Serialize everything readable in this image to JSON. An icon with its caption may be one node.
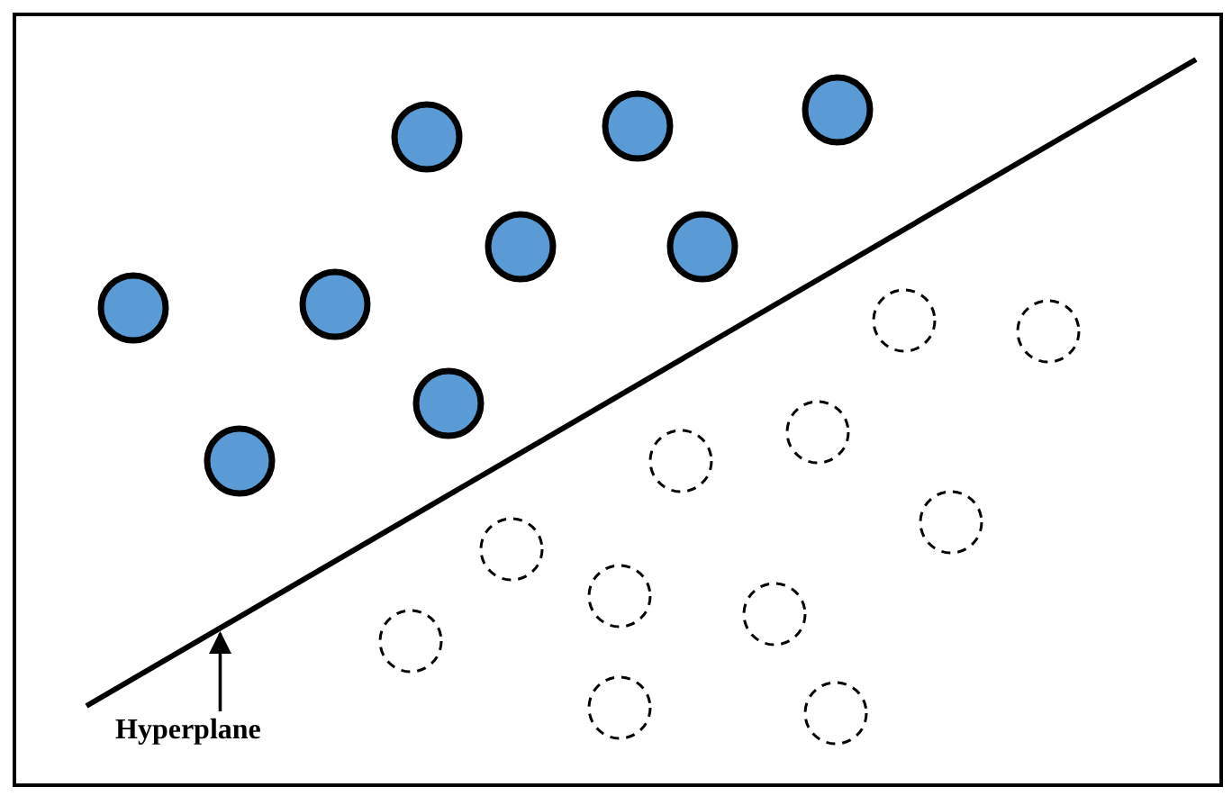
{
  "diagram": {
    "nodes": [
      {
        "text": [
          "Hyperplane"
        ]
      },
      {
        "text": [],
        "shape": "line"
      }
    ],
    "edges": [
      {
        "from": 0,
        "to": 1,
        "arrow": "to"
      }
    ]
  }
}
